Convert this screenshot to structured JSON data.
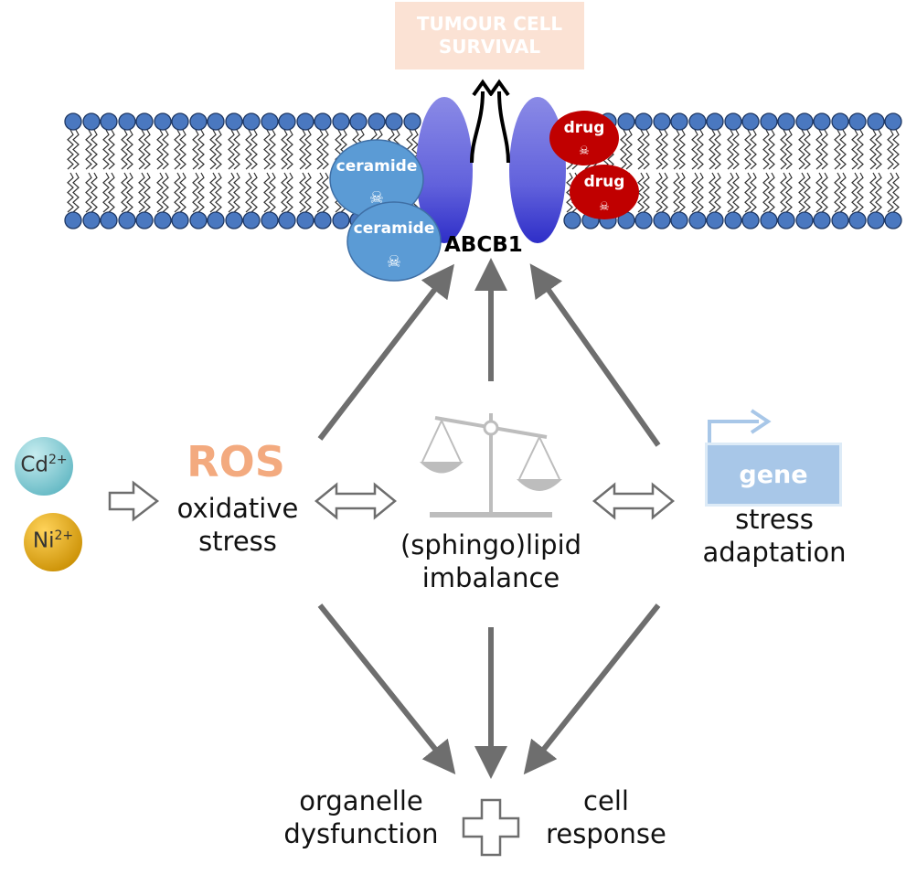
{
  "title": [
    "TUMOUR CELL",
    "SURVIVAL"
  ],
  "transporter": "ABCB1",
  "membrane_molecules": {
    "ceramide_label": "ceramide",
    "drug_label": "drug"
  },
  "stressors": [
    {
      "symbol": "Cd",
      "charge": "2+",
      "color": "#8fd0d8"
    },
    {
      "symbol": "Ni",
      "charge": "2+",
      "color": "#f5b800"
    }
  ],
  "nodes": {
    "ros": {
      "title": "ROS",
      "lines": [
        "oxidative",
        "stress"
      ],
      "color": "#f3aa7f"
    },
    "lipid": {
      "lines": [
        "(sphingo)lipid",
        "imbalance"
      ]
    },
    "gene": {
      "label": "gene",
      "lines": [
        "stress",
        "adaptation"
      ]
    }
  },
  "outcomes": {
    "left": [
      "organelle",
      "dysfunction"
    ],
    "right": [
      "cell",
      "response"
    ]
  },
  "colors": {
    "arrow": "#6e6e6e",
    "lipid_head": "#4a78c0",
    "transporter": "#5a5ae0",
    "ceramide": "#5b9bd5",
    "drug": "#c00000"
  }
}
